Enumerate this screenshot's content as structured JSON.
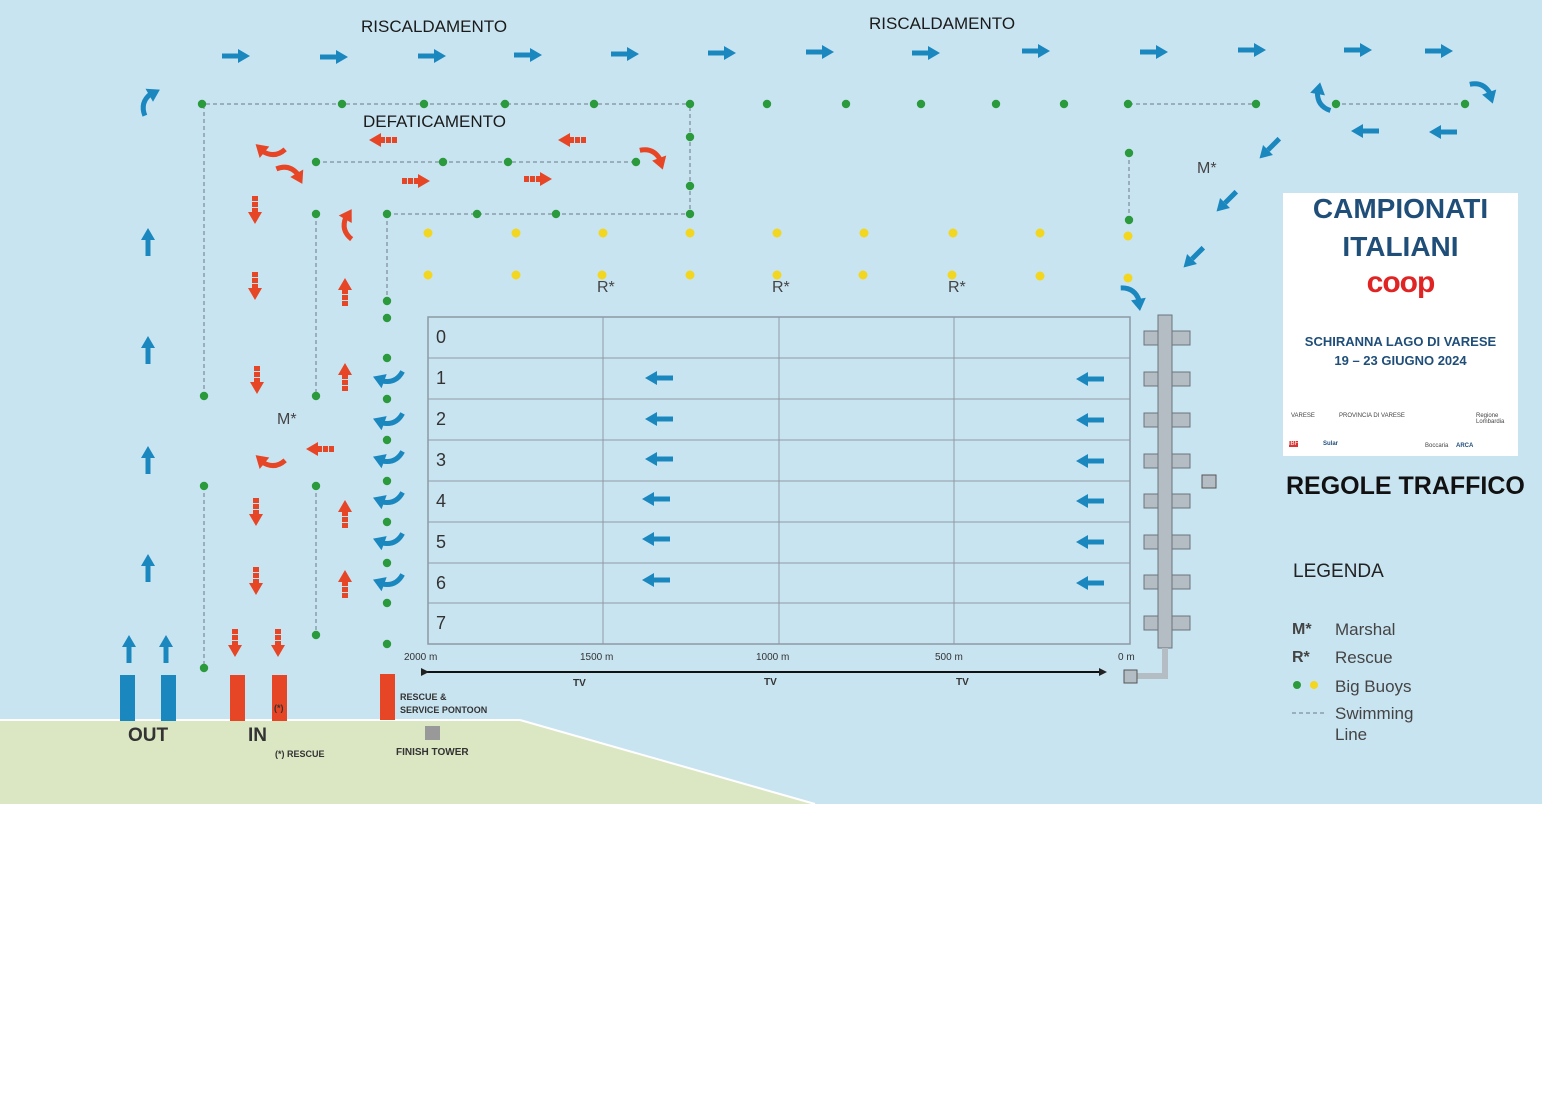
{
  "zones": {
    "warmup_left": "RISCALDAMENTO",
    "warmup_right": "RISCALDAMENTO",
    "cooldown": "DEFATICAMENTO"
  },
  "lanes": [
    "0",
    "1",
    "2",
    "3",
    "4",
    "5",
    "6",
    "7"
  ],
  "distances": [
    "2000 m",
    "1500 m",
    "1000 m",
    "500 m",
    "0 m"
  ],
  "tv_label": "TV",
  "markers": {
    "marshal": "M*",
    "rescue": "R*"
  },
  "shore": {
    "out": "OUT",
    "in": "IN",
    "rescue_mark": "(*)",
    "rescue_note": "(*) RESCUE",
    "pontoon_line1": "RESCUE &",
    "pontoon_line2": "SERVICE PONTOON",
    "finish_tower": "FINISH TOWER"
  },
  "poster": {
    "title_line1": "CAMPIONATI",
    "title_line2": "ITALIANI",
    "brand": "coop",
    "venue": "SCHIRANNA LAGO DI VARESE",
    "dates": "19 – 23 GIUGNO 2024",
    "sponsors": [
      "VARESE",
      "PROVINCIA DI VARESE",
      "",
      "",
      "Regione Lombardia",
      "IBF",
      "Sular",
      "",
      "Boccaria",
      "ARCA",
      ""
    ]
  },
  "heading": "REGOLE TRAFFICO",
  "legend": {
    "title": "LEGENDA",
    "items": [
      {
        "key": "M*",
        "text": "Marshal"
      },
      {
        "key": "R*",
        "text": "Rescue"
      },
      {
        "key": "●●",
        "text": "Big Buoys"
      },
      {
        "key": "----",
        "text": "Swimming Line"
      }
    ],
    "swim_line_1": "Swimming",
    "swim_line_2": "Line"
  },
  "colors": {
    "water": "#c9e4f1",
    "shore": "#dbe6c2",
    "blue_arrow": "#1a87bf",
    "red_arrow": "#e64626",
    "green_buoy": "#2a9a3c",
    "yellow_buoy": "#f3d61f",
    "pontoon_gray": "#b4bdc3"
  }
}
